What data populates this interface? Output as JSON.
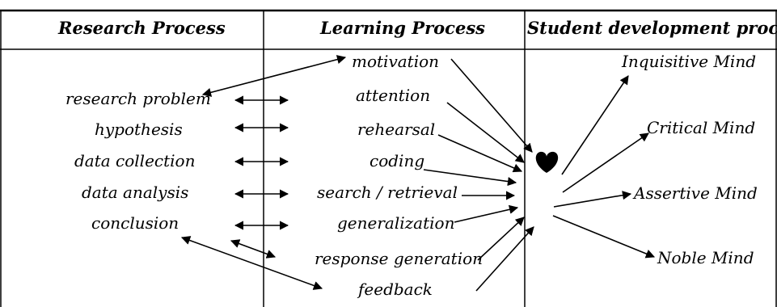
{
  "headers": {
    "research": "Research Process",
    "learning": "Learning Process",
    "development": "Student development process"
  },
  "research_steps": [
    "research problem",
    "hypothesis",
    "data collection",
    "data analysis",
    "conclusion"
  ],
  "learning_steps": [
    "motivation",
    "attention",
    "rehearsal",
    "coding",
    "search / retrieval",
    "generalization",
    "response generation",
    "feedback"
  ],
  "development_outcomes": [
    "Inquisitive Mind",
    "Critical Mind",
    "Assertive Mind",
    "Noble Mind"
  ],
  "colors": {
    "ink": "#000000",
    "background": "#ffffff"
  },
  "icons": {
    "center": "heart-icon"
  }
}
